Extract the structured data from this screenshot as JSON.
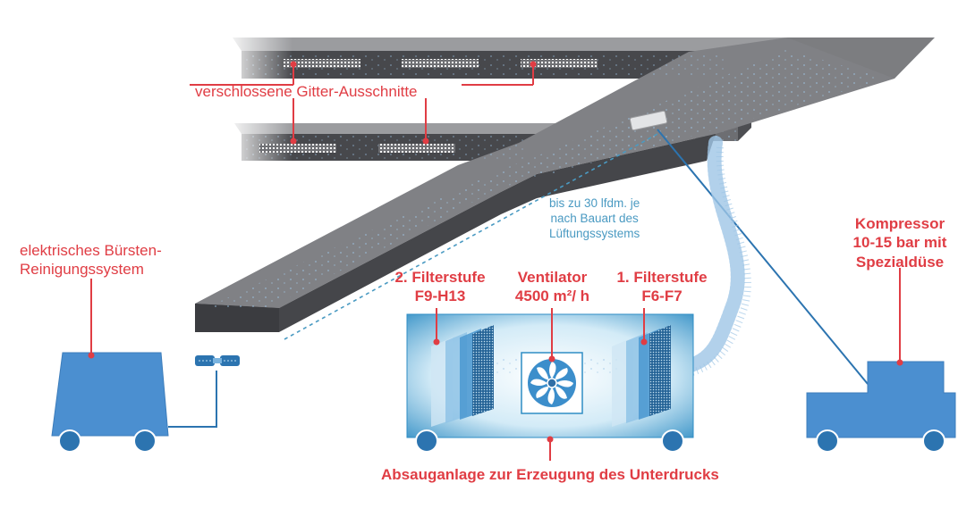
{
  "labels": {
    "grilles": "verschlossene Gitter-Ausschnitte",
    "brush_system": [
      "elektrisches Bürsten-",
      "Reinigungssystem"
    ],
    "duct_length": [
      "bis zu 30 lfdm. je",
      "nach Bauart des",
      "Lüftungssystems"
    ],
    "filter2": [
      "2. Filterstufe",
      "F9-H13"
    ],
    "ventilator": [
      "Ventilator",
      "4500 m²/ h"
    ],
    "filter1": [
      "1. Filterstufe",
      "F6-F7"
    ],
    "compressor": [
      "Kompressor",
      "10-15 bar mit",
      "Spezialdüse"
    ],
    "extraction": "Absauganlage zur Erzeugung des Unterdrucks"
  },
  "colors": {
    "label_red": "#e03d44",
    "note_blue": "#4a9ac2",
    "duct_top": "#7c7d80",
    "duct_side": "#45464a",
    "vehicle_blue": "#4b8fd0",
    "unit_blue": "#2f8dc4",
    "wheel_blue": "#2c74b0",
    "particle_blue": "#9fc6e6"
  },
  "icons": {
    "fan": "fan-icon",
    "filter": "filter-panel-icon",
    "brush": "brush-head-icon"
  }
}
